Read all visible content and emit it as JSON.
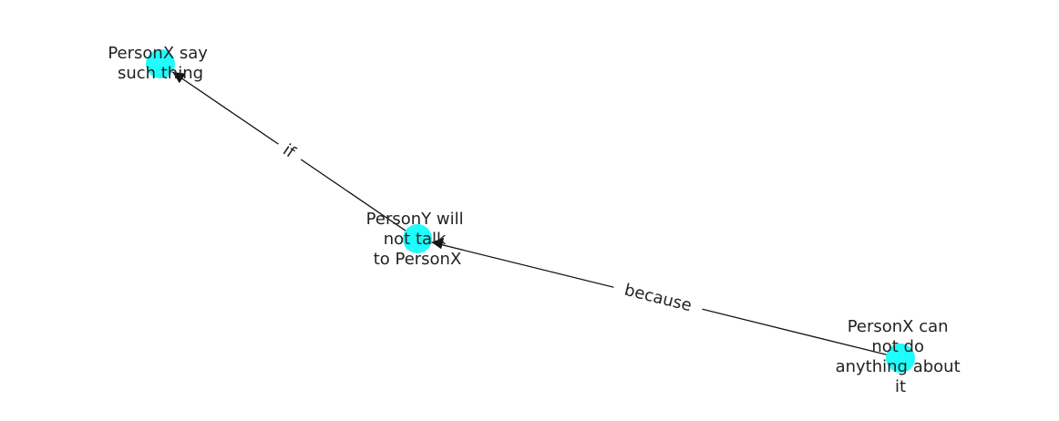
{
  "graph": {
    "node_color": "#1ffcfc",
    "edge_color": "#111111",
    "nodes": [
      {
        "id": "n1",
        "lines": [
          "PersonX say",
          "such thing"
        ]
      },
      {
        "id": "n2",
        "lines": [
          "PersonY will",
          "not talk",
          "to PersonX"
        ]
      },
      {
        "id": "n3",
        "lines": [
          "PersonX can",
          "not do",
          "anything about",
          "it"
        ]
      }
    ],
    "edges": [
      {
        "from": "n2",
        "to": "n1",
        "label": "if"
      },
      {
        "from": "n3",
        "to": "n2",
        "label": "because"
      }
    ]
  }
}
